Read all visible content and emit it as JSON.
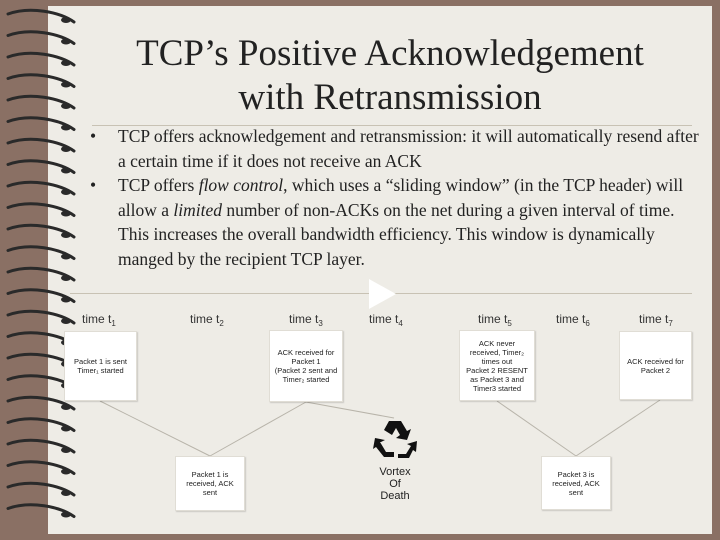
{
  "slide": {
    "title_line1": "TCP’s Positive Acknowledgement",
    "title_line2": "with Retransmission",
    "bullet_char": "•",
    "bullet1": "TCP offers acknowledgement and retransmission:  it will automatically resend after a certain time if it does not receive an ACK",
    "bullet2_a": "TCP offers ",
    "bullet2_em1": "flow control",
    "bullet2_b": ", which uses a “sliding window” (in the TCP header) will allow a ",
    "bullet2_em2": "limited",
    "bullet2_c": " number of non-ACKs on the net during a given interval of time.  This increases the overall bandwidth efficiency.  This window is dynamically manged by the recipient TCP layer."
  },
  "diagram": {
    "time_word": "time t",
    "times": [
      "1",
      "2",
      "3",
      "4",
      "5",
      "6",
      "7"
    ],
    "box1": "Packet 1 is sent\nTimer₁ started",
    "box2": "ACK received for\nPacket 1\n(Packet 2 sent and\nTimer₂ started",
    "box3": "ACK never\nreceived, Timer₂\ntimes out\nPacket 2 RESENT\nas Packet 3 and\nTimer3 started",
    "box4": "ACK received for\nPacket 2",
    "box5": "Packet 1 is\nreceived, ACK\nsent",
    "box6": "Packet 3 is\nreceived, ACK\nsent",
    "vortex": "Vortex\nOf\nDeath",
    "icons": [
      "recycle-icon",
      "play-icon"
    ]
  },
  "colors": {
    "background": "#8a7064",
    "paper": "#eeece6",
    "text": "#222222"
  }
}
